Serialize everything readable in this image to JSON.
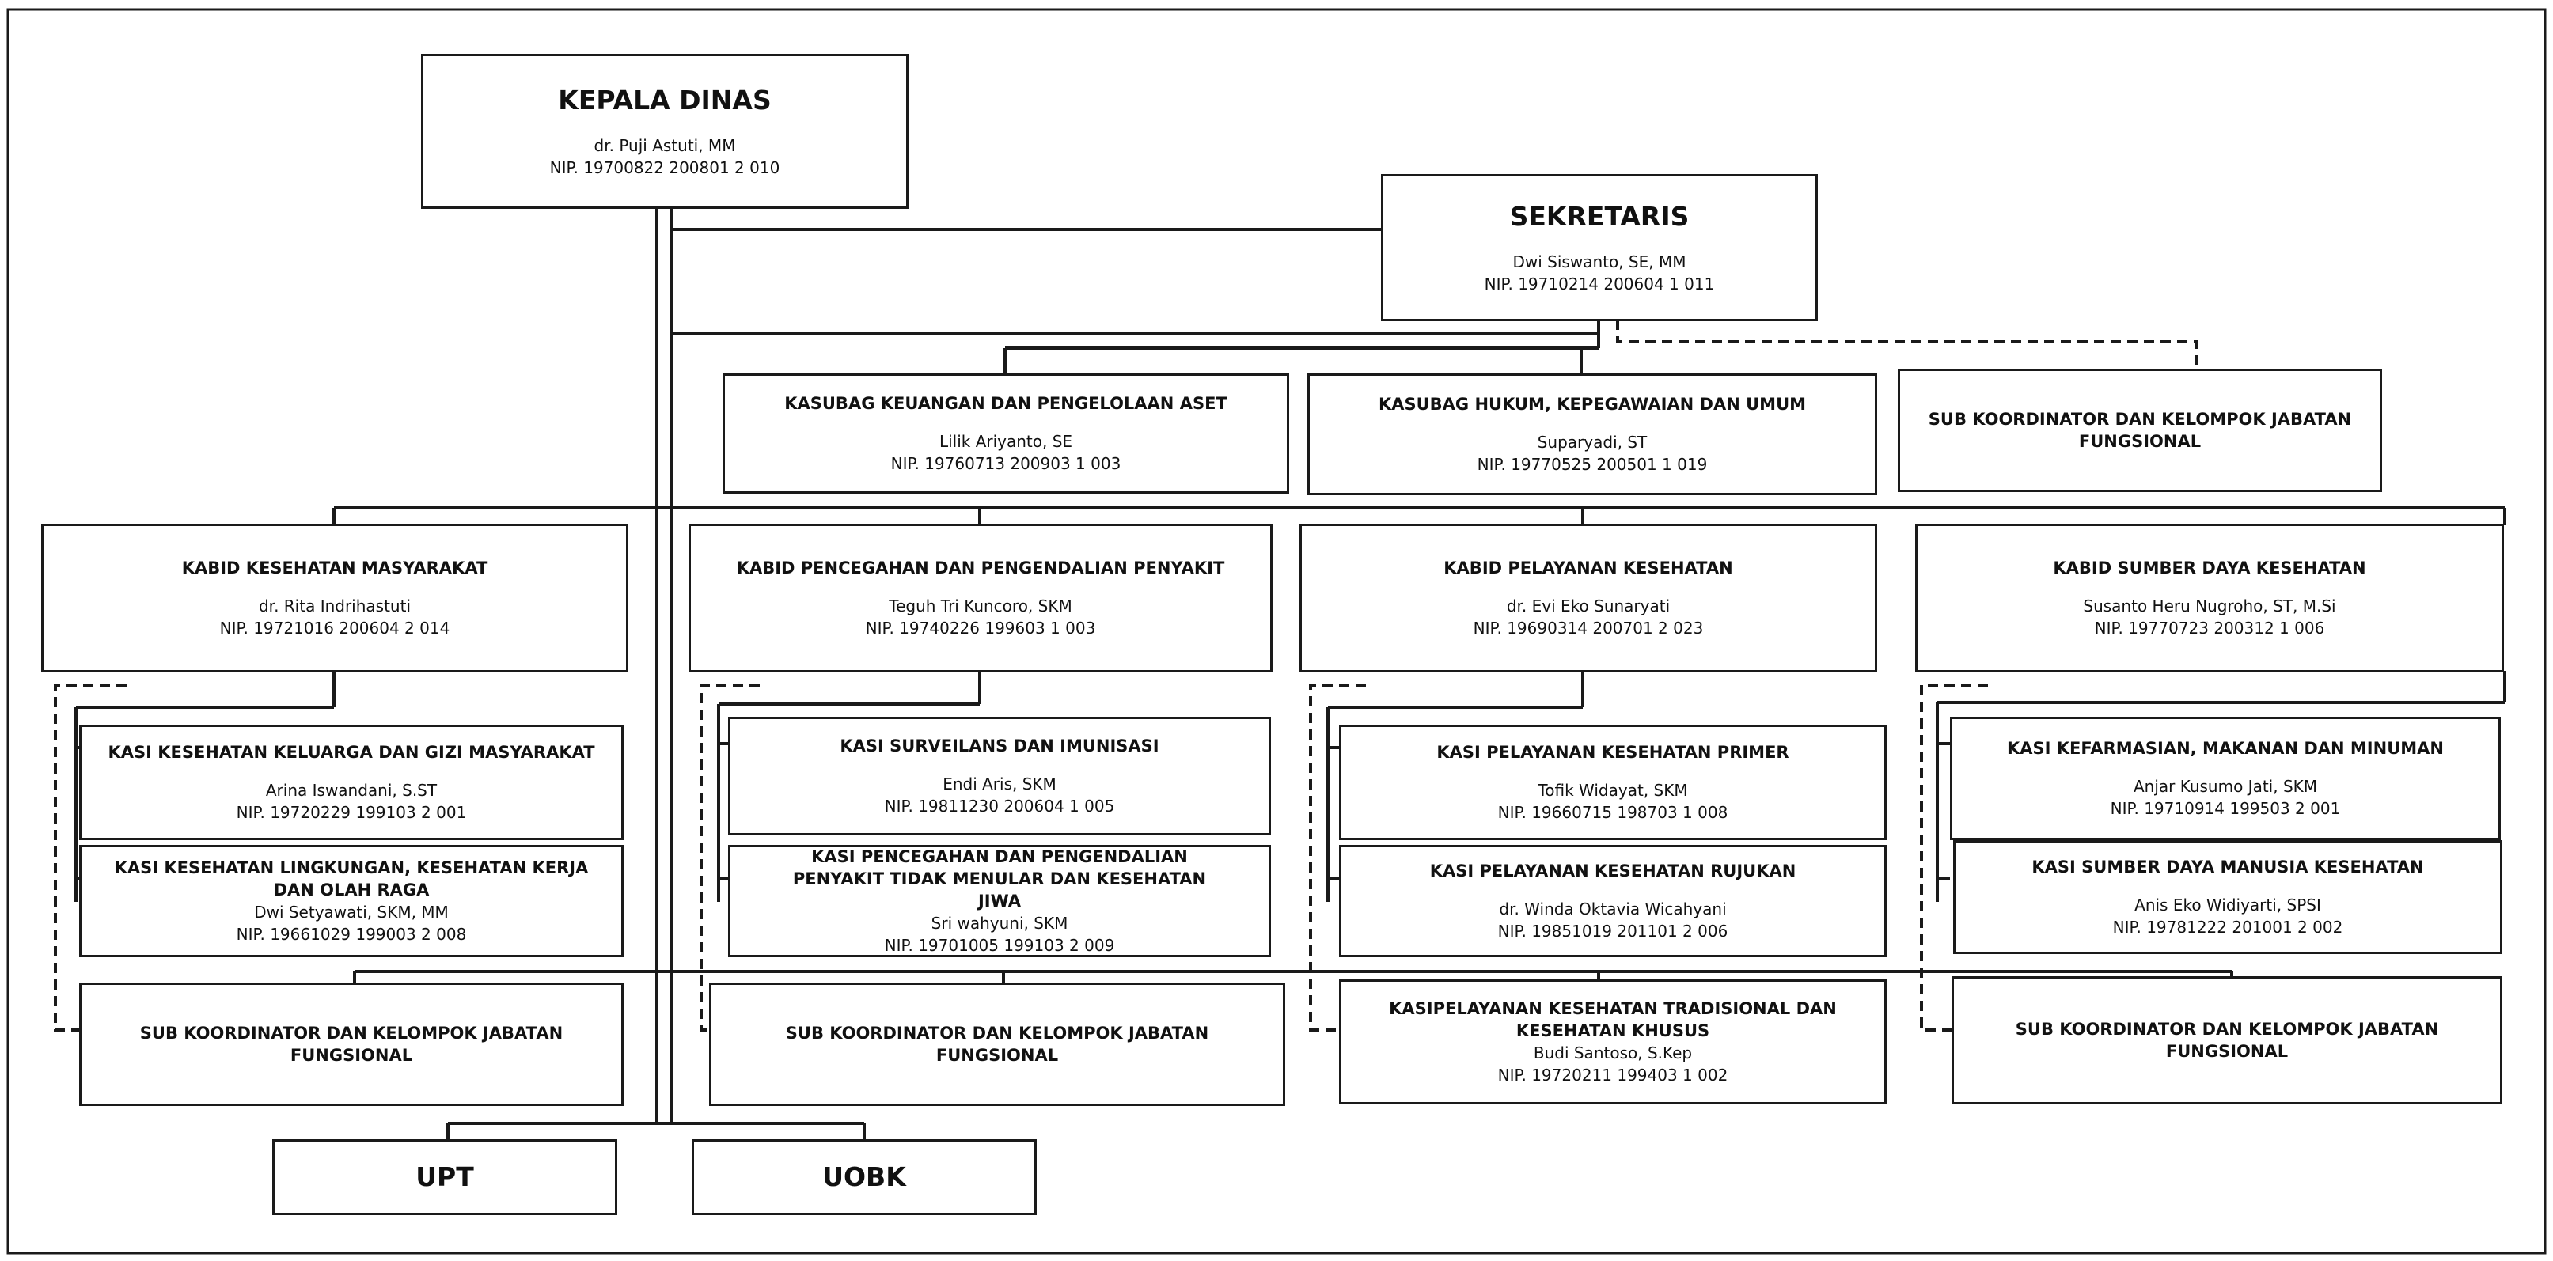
{
  "kepala": {
    "title": "KEPALA DINAS",
    "name": "dr. Puji Astuti, MM",
    "nip": "NIP. 19700822 200801 2 010"
  },
  "sekretaris": {
    "title": "SEKRETARIS",
    "name": "Dwi Siswanto, SE, MM",
    "nip": "NIP. 19710214 200604 1 011"
  },
  "kasubag_keuangan": {
    "title": "KASUBAG KEUANGAN DAN PENGELOLAAN ASET",
    "name": "Lilik Ariyanto, SE",
    "nip": "NIP. 19760713 200903 1 003"
  },
  "kasubag_hukum": {
    "title": "KASUBAG HUKUM, KEPEGAWAIAN DAN UMUM",
    "name": "Suparyadi, ST",
    "nip": "NIP. 19770525 200501 1 019"
  },
  "sub_koordinator_sekretariat": {
    "title": "SUB KOORDINATOR DAN KELOMPOK JABATAN FUNGSIONAL"
  },
  "kabid_kesmas": {
    "title": "KABID KESEHATAN MASYARAKAT",
    "name": "dr. Rita Indrihastuti",
    "nip": "NIP. 19721016 200604 2 014"
  },
  "kabid_p2p": {
    "title": "KABID PENCEGAHAN DAN PENGENDALIAN PENYAKIT",
    "name": "Teguh Tri Kuncoro, SKM",
    "nip": "NIP. 19740226 199603 1 003"
  },
  "kabid_yankes": {
    "title": "KABID PELAYANAN KESEHATAN",
    "name": "dr. Evi Eko Sunaryati",
    "nip": "NIP. 19690314 200701 2 023"
  },
  "kabid_sdk": {
    "title": "KABID SUMBER DAYA KESEHATAN",
    "name": "Susanto Heru Nugroho, ST, M.Si",
    "nip": "NIP. 19770723 200312 1 006"
  },
  "kasi_keluarga_gizi": {
    "title": "KASI KESEHATAN KELUARGA DAN GIZI MASYARAKAT",
    "name": "Arina Iswandani, S.ST",
    "nip": "NIP. 19720229 199103 2 001"
  },
  "kasi_lingkungan": {
    "title": "KASI KESEHATAN LINGKUNGAN, KESEHATAN KERJA DAN OLAH RAGA",
    "name": "Dwi Setyawati, SKM, MM",
    "nip": "NIP. 19661029 199003 2 008"
  },
  "sub_koordinator_kesmas": {
    "title": "SUB KOORDINATOR DAN KELOMPOK JABATAN FUNGSIONAL"
  },
  "kasi_surveilans": {
    "title": "KASI SURVEILANS DAN IMUNISASI",
    "name": "Endi Aris, SKM",
    "nip": "NIP. 19811230 200604 1 005"
  },
  "kasi_ptm": {
    "title": "KASI PENCEGAHAN DAN PENGENDALIAN PENYAKIT TIDAK MENULAR DAN KESEHATAN JIWA",
    "name": "Sri wahyuni, SKM",
    "nip": "NIP. 19701005 199103 2 009"
  },
  "sub_koordinator_p2p": {
    "title": "SUB KOORDINATOR DAN KELOMPOK JABATAN FUNGSIONAL"
  },
  "kasi_primer": {
    "title": "KASI PELAYANAN KESEHATAN PRIMER",
    "name": "Tofik Widayat, SKM",
    "nip": "NIP. 19660715 198703 1 008"
  },
  "kasi_rujukan": {
    "title": "KASI PELAYANAN KESEHATAN RUJUKAN",
    "name": "dr. Winda Oktavia Wicahyani",
    "nip": "NIP. 19851019 201101 2 006"
  },
  "kasi_tradisional": {
    "title": "KASIPELAYANAN KESEHATAN TRADISIONAL DAN KESEHATAN KHUSUS",
    "name": "Budi Santoso, S.Kep",
    "nip": "NIP. 19720211 199403 1 002"
  },
  "kasi_farmasi": {
    "title": "KASI KEFARMASIAN, MAKANAN DAN MINUMAN",
    "name": "Anjar Kusumo Jati, SKM",
    "nip": "NIP. 19710914 199503 2 001"
  },
  "kasi_sdm": {
    "title": "KASI SUMBER DAYA MANUSIA KESEHATAN",
    "name": "Anis Eko Widiyarti, SPSI",
    "nip": "NIP. 19781222 201001 2 002"
  },
  "sub_koordinator_sdk": {
    "title": "SUB KOORDINATOR DAN KELOMPOK JABATAN FUNGSIONAL"
  },
  "upt": {
    "title": "UPT"
  },
  "uobk": {
    "title": "UOBK"
  },
  "colors": {
    "line": "#1a1a1a",
    "border": "#1a1a1a",
    "background": "#ffffff"
  }
}
